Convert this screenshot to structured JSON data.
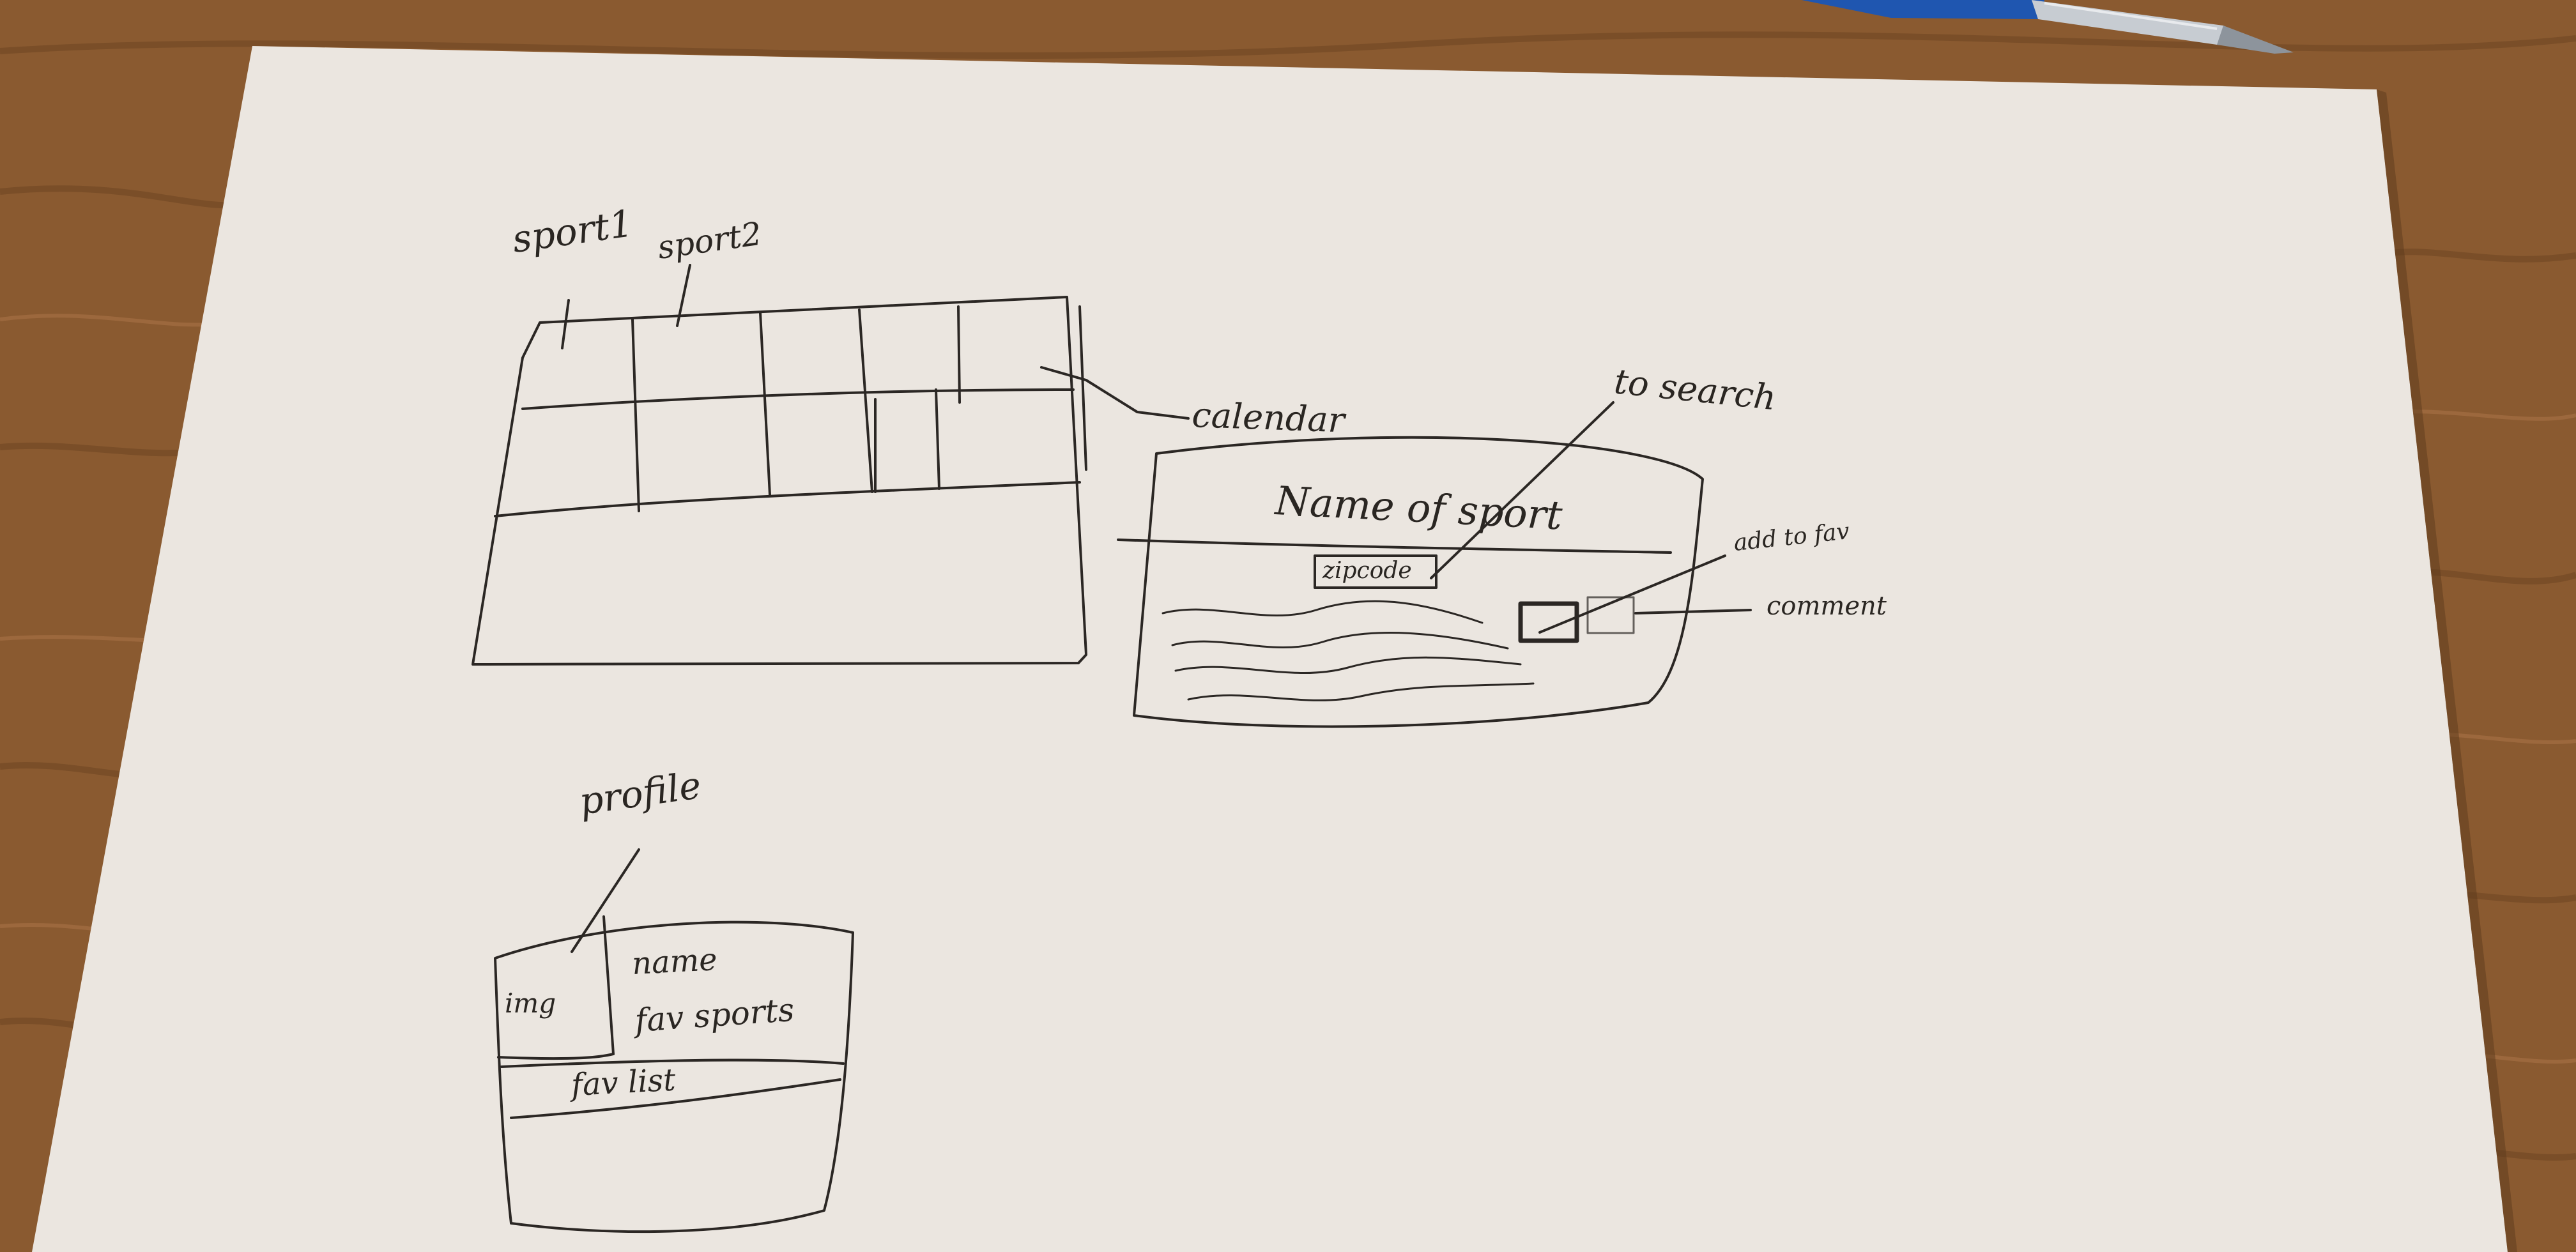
{
  "colors": {
    "table_wood": "#8a5a30",
    "paper": "#ebe6e0",
    "ink": "#2b2724",
    "pen_barrel": "#1f56b0",
    "pen_tip": "#c7ccd2"
  },
  "sketch_labels": {
    "calendar_col_1": "sport1",
    "calendar_col_2": "sport2",
    "calendar_callout": "calendar",
    "detail_title": "Name of sport",
    "detail_zip_field": "zipcode",
    "detail_search_callout": "to search",
    "detail_fav_callout": "add to fav",
    "detail_comment_callout": "comment",
    "profile_callout": "profile",
    "profile_img": "img",
    "profile_name": "name",
    "profile_fav_sports": "fav sports",
    "profile_fav_list": "fav list"
  }
}
